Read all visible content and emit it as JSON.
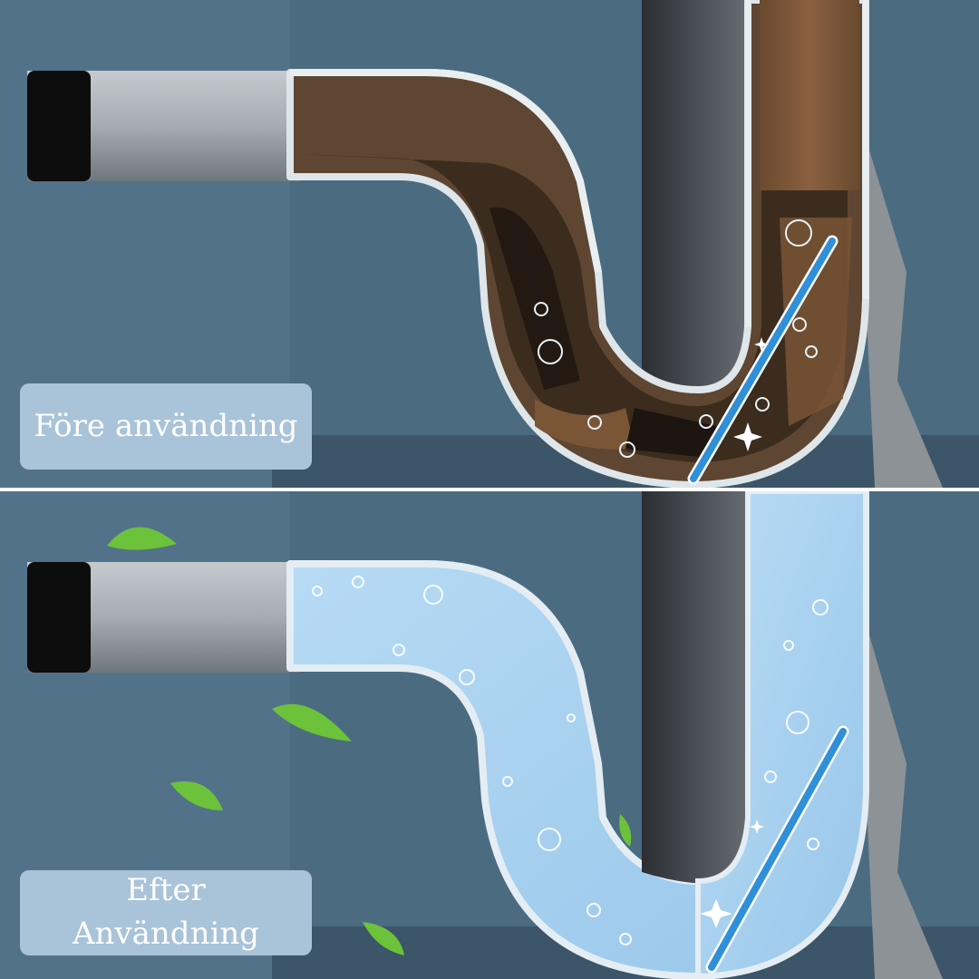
{
  "panels": {
    "before": {
      "label": "Före användning",
      "state": "clogged"
    },
    "after": {
      "label": "Efter\nAnvändning",
      "state": "clean"
    }
  },
  "colors": {
    "wall": "#4a6a80",
    "pipe_grey": "#a7aeb4",
    "pipe_dark": "#3c3f44",
    "sludge": "#4a3826",
    "water": "#a6cfee",
    "stick": "#2f8fd8",
    "label_bg": "#a9c3d9"
  },
  "icons": [
    "leaf-icon",
    "bubble-icon",
    "sparkle-icon",
    "cleaning-stick-icon"
  ]
}
